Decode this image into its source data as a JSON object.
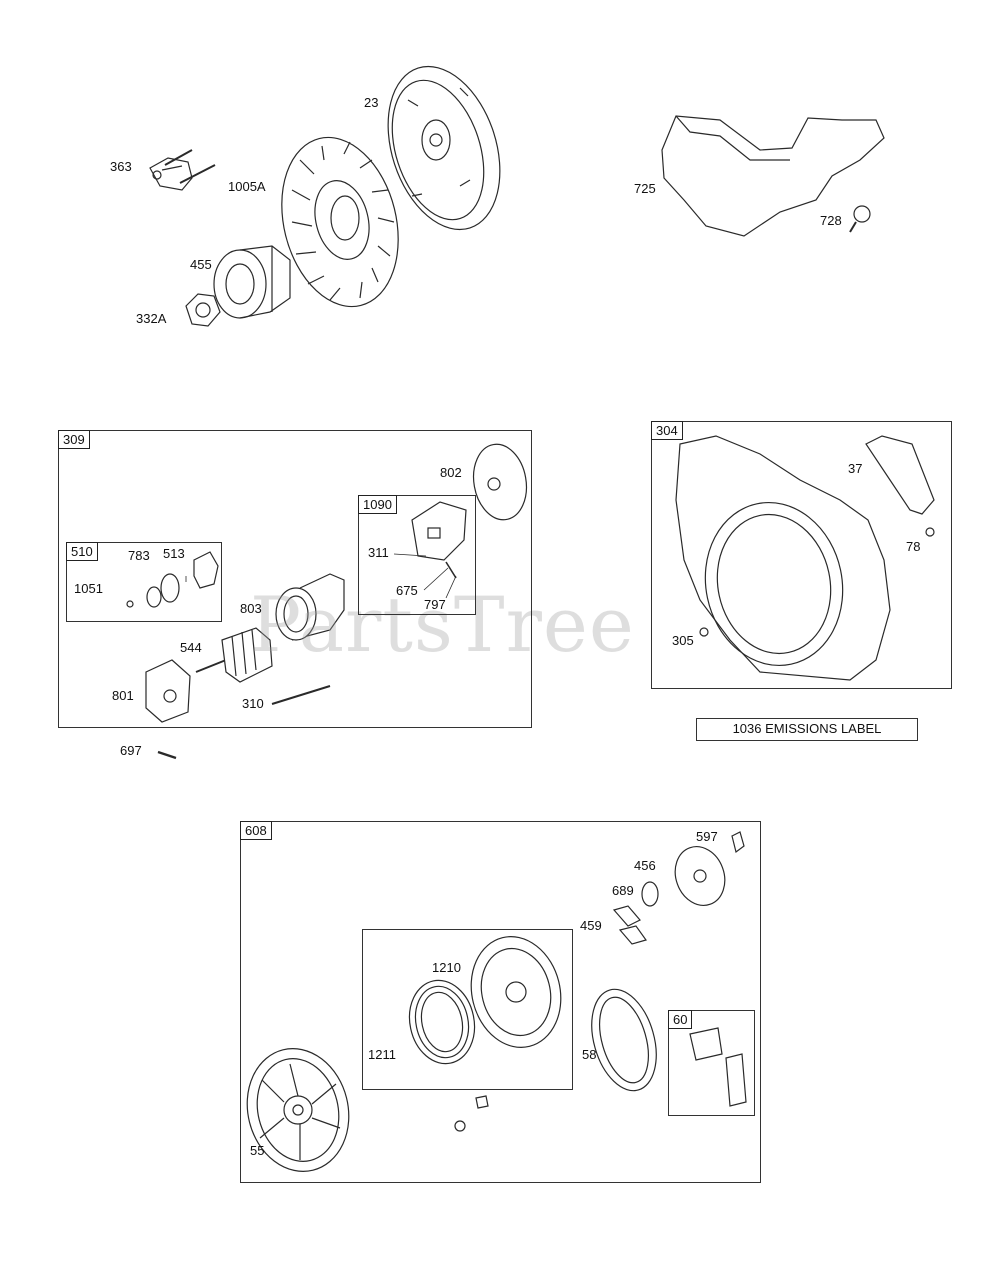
{
  "colors": {
    "line": "#2a2a2a",
    "watermark": "#a0a0a0"
  },
  "watermark": "PartsTree",
  "callouts": {
    "c363": "363",
    "c1005a": "1005A",
    "c23": "23",
    "c455": "455",
    "c332a": "332A",
    "c725": "725",
    "c728": "728",
    "c802": "802",
    "c311": "311",
    "c675": "675",
    "c797": "797",
    "c783": "783",
    "c513": "513",
    "c1051": "1051",
    "c803": "803",
    "c544": "544",
    "c801": "801",
    "c310": "310",
    "c697": "697",
    "c37": "37",
    "c78": "78",
    "c305": "305",
    "c597": "597",
    "c456": "456",
    "c689": "689",
    "c459": "459",
    "c1210": "1210",
    "c1211": "1211",
    "c58": "58",
    "c55": "55"
  },
  "groups": {
    "g309": "309",
    "g510": "510",
    "g1090": "1090",
    "g304": "304",
    "g608": "608",
    "g60": "60"
  },
  "emissions_label": "1036 EMISSIONS LABEL"
}
